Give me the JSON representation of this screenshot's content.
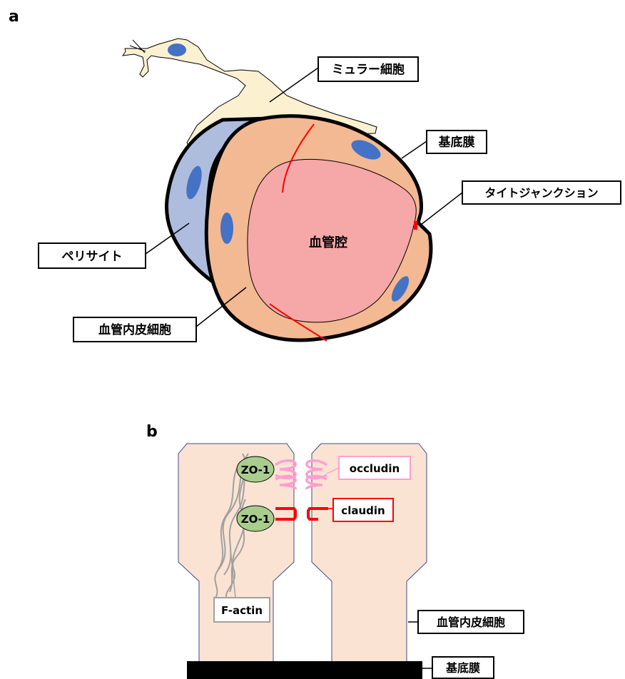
{
  "panel_a": {
    "letter": "a",
    "labels": {
      "muller": "ミュラー細胞",
      "basement": "基底膜",
      "tight_junction": "タイトジャンクション",
      "lumen": "血管腔",
      "pericyte": "ペリサイト",
      "endothelial": "血管内皮細胞"
    }
  },
  "panel_b": {
    "letter": "b",
    "labels": {
      "zo1_top": "ZO-1",
      "zo1_bottom": "ZO-1",
      "occludin": "occludin",
      "claudin": "claudin",
      "factin": "F-actin",
      "endothelial": "血管内皮細胞",
      "basement": "基底膜"
    }
  },
  "colors": {
    "muller_fill": "#fbf1d0",
    "pericyte_fill": "#aebcde",
    "endothelial_fill": "#f3b992",
    "lumen_fill": "#f6a7a8",
    "nucleus": "#4472c4",
    "junction": "#ff0000",
    "cell_b_fill": "#fbe3d3",
    "zo1_fill": "#a9cd8c",
    "occludin": "#ff9fcf",
    "claudin": "#ff0000",
    "factin": "#a0a0a0"
  }
}
